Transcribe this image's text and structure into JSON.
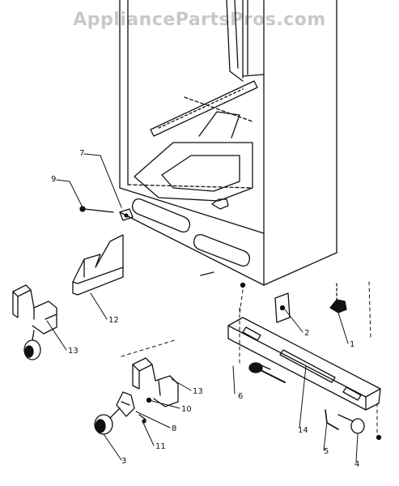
{
  "watermark": "AppliancePartsPros.com",
  "callouts": {
    "c1": "1",
    "c2": "2",
    "c3": "3",
    "c4": "4",
    "c5": "5",
    "c6": "6",
    "c7": "7",
    "c8": "8",
    "c9": "9",
    "c10": "10",
    "c11": "11",
    "c12": "12",
    "c13a": "13",
    "c13b": "13",
    "c14": "14"
  }
}
